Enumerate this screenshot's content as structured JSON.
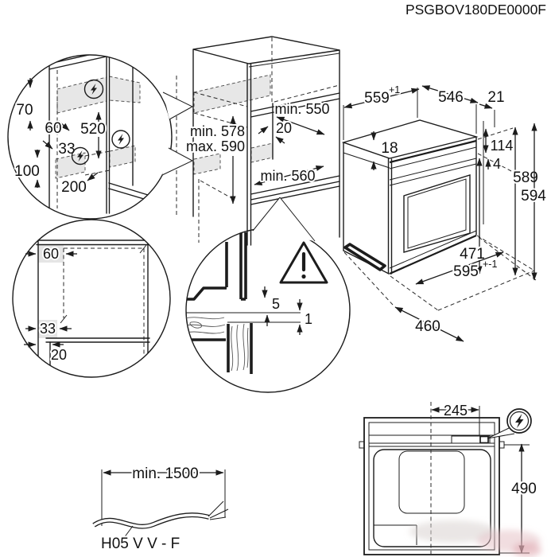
{
  "header": {
    "product_code": "PSGBOV180DE0000F"
  },
  "colors": {
    "line": "#1c1c1c",
    "zone_fill": "#e5e5e5",
    "watermark_pink": "#e0a8af"
  },
  "detail_outlet_positions": {
    "d70": "70",
    "d60": "60",
    "d520": "520",
    "d33": "33",
    "d100": "100",
    "d200": "200"
  },
  "cabinet": {
    "depth": "min. 550",
    "back_gap": "20",
    "height_min": "min. 578",
    "height_max": "max. 590",
    "width": "min. 560"
  },
  "oven": {
    "top_width": "559",
    "top_width_tol": "+1",
    "top_depth": "546",
    "front_offset": "21",
    "trim_thickness": "18",
    "panel_height": "114",
    "gap4": "4",
    "door_height": "471",
    "height_a": "589",
    "height_b": "594",
    "front_width": "595",
    "front_width_tol": "+-1",
    "base_depth": "460"
  },
  "detail_front_clearance": {
    "d60": "60",
    "d33": "33",
    "d20": "20"
  },
  "detail_door_gap": {
    "d5": "5",
    "d1": "1"
  },
  "cable": {
    "length": "min. 1500",
    "type": "H05 V V - F"
  },
  "top_view": {
    "center_to_terminal": "245",
    "depth_to_terminal": "490"
  },
  "icons": {
    "power": "lightning-bolt",
    "warning": "warning-triangle"
  }
}
